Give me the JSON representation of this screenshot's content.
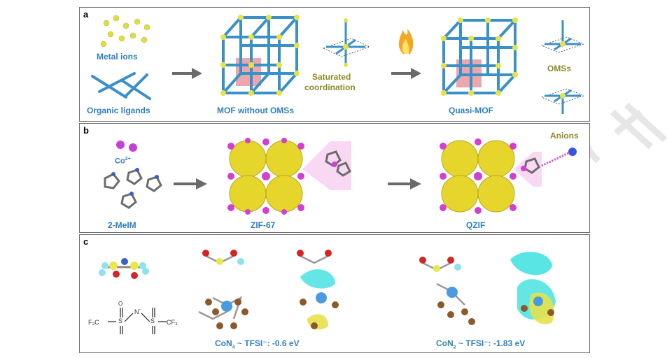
{
  "panel_a": {
    "label": "a",
    "metal_ions": "Metal ions",
    "organic_ligands": "Organic ligands",
    "mof_without_oms": "MOF without OMSs",
    "saturated_coordination_line1": "Saturated",
    "saturated_coordination_line2": "coordination",
    "quasi_mof": "Quasi-MOF",
    "omss": "OMSs"
  },
  "panel_b": {
    "label": "b",
    "co_ion": "Co",
    "co_charge": "2+",
    "ligand": "2-MeIM",
    "zif67": "ZIF-67",
    "qzif": "QZIF",
    "anions": "Anions"
  },
  "panel_c": {
    "label": "c",
    "cf3_left": "F₃C",
    "cf3_right": "CF₃",
    "sulfur_left": "S",
    "sulfur_right": "S",
    "nitrogen": "N",
    "n_charge": "-",
    "oxygen": "O",
    "con4_prefix": "CoN",
    "con4_sub": "4",
    "con4_suffix": " ~ TFSI⁻: -0.6 eV",
    "con2_prefix": "CoN",
    "con2_sub": "2",
    "con2_suffix": " ~ TFSI⁻: -1.83 eV"
  },
  "colors": {
    "frame_blue": "#3a90c8",
    "node_yellow": "#e8e84a",
    "pore_red": "#e27a82",
    "magenta": "#d43fd0",
    "label_blue": "#2f7fbf",
    "label_olive": "#8c8a2a",
    "arrow_gray": "#6a6a6a"
  }
}
